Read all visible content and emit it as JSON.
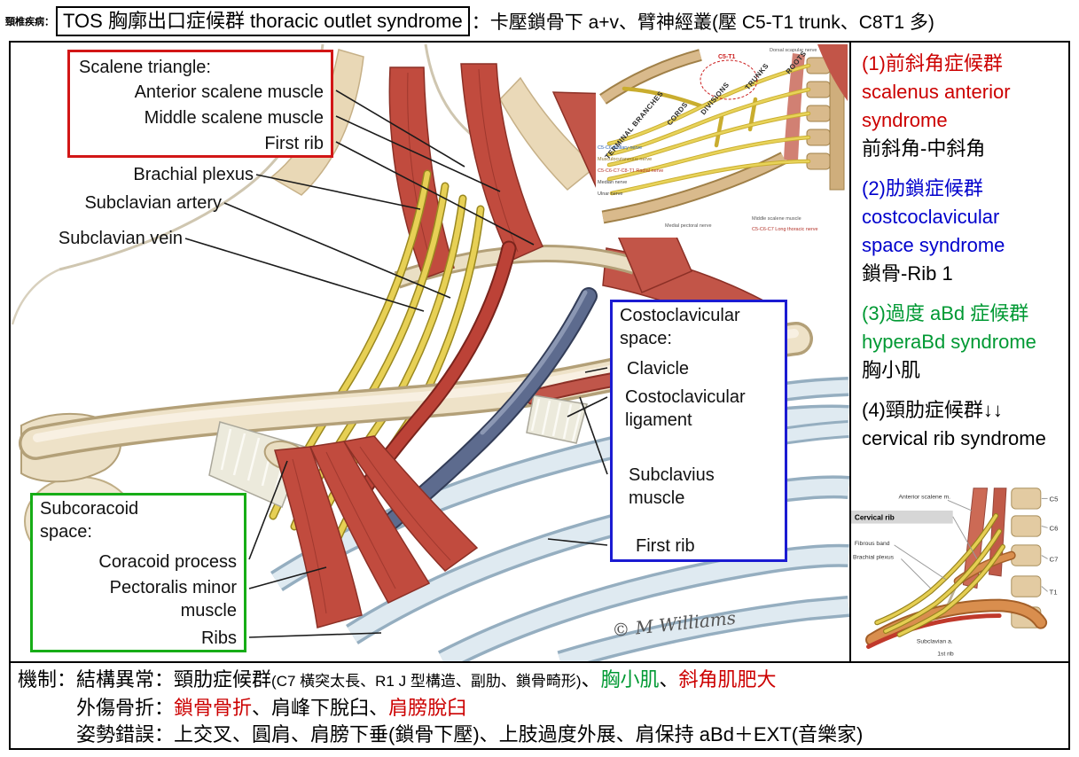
{
  "colors": {
    "red": "#cc0000",
    "blue": "#0000cc",
    "green": "#009933",
    "black": "#000000"
  },
  "header": {
    "prefix": "頸椎疾病：",
    "title": "TOS 胸廓出口症候群 thoracic outlet syndrome",
    "suffix": "：卡壓鎖骨下 a+v、臂神經叢(壓 C5-T1 trunk、C8T1 多)"
  },
  "illustration": {
    "scalene_box": {
      "title": "Scalene triangle:",
      "items": [
        "Anterior scalene muscle",
        "Middle scalene muscle",
        "First rib"
      ]
    },
    "floating_labels": {
      "brachial_plexus": "Brachial plexus",
      "subclavian_artery": "Subclavian artery",
      "subclavian_vein": "Subclavian vein"
    },
    "costoclavicular_box": {
      "title": "Costoclavicular space:",
      "items": [
        "Clavicle",
        "Costoclavicular ligament",
        "Subclavius muscle",
        "First rib"
      ]
    },
    "subcoracoid_box": {
      "title": "Subcoracoid space:",
      "items": [
        "Coracoid process",
        "Pectoralis minor muscle",
        "Ribs"
      ]
    },
    "signature": "© M Williams"
  },
  "plexus_inset": {
    "headers": [
      "TERMINAL BRANCHES",
      "CORDS",
      "DIVISIONS",
      "TRUNKS",
      "ROOTS"
    ],
    "root_label": "C5-T1",
    "top_right_label": "Dorsal scapular nerve",
    "left_labels": [
      "C5-C6 Axillary nerve",
      "Musculocutaneous nerve",
      "C5-C6-C7-C8-T1 Radial nerve",
      "Median nerve",
      "Ulnar nerve"
    ],
    "bottom_labels": [
      "Medial pectoral nerve",
      "Middle scalene muscle",
      "C5-C6-C7 Long thoracic nerve"
    ]
  },
  "sidebar": {
    "items": [
      {
        "heading": "(1)前斜角症候群 scalenus anterior syndrome",
        "detail": "前斜角-中斜角",
        "color": "#cc0000"
      },
      {
        "heading": "(2)肋鎖症候群 costcoclavicular space syndrome",
        "detail": "鎖骨-Rib 1",
        "color": "#0000cc"
      },
      {
        "heading": "(3)過度 aBd 症候群 hyperaBd syndrome",
        "detail": "胸小肌",
        "color": "#009933"
      },
      {
        "heading": "(4)頸肋症候群↓↓ cervical rib syndrome",
        "detail": "",
        "color": "#000000"
      }
    ]
  },
  "cervical_inset": {
    "vertebrae": [
      "C5",
      "C6",
      "C7",
      "T1"
    ],
    "labels": {
      "anterior_scalene": "Anterior scalene m.",
      "cervical_rib": "Cervical rib",
      "fibrous_band": "Fibrous band",
      "brachial_plexus": "Brachial plexus",
      "subclavian_artery": "Subclavian a.",
      "first_rib": "1st rib"
    }
  },
  "mechanism": {
    "label": "機制：",
    "lines": [
      {
        "head": "結構異常：",
        "segments": [
          {
            "t": "頸肋症候群",
            "c": "#000000"
          },
          {
            "t": "(C7 橫突太長、R1 J 型構造、副肋、鎖骨畸形)",
            "c": "#000000",
            "small": true
          },
          {
            "t": "、",
            "c": "#000000"
          },
          {
            "t": "胸小肌",
            "c": "#009933"
          },
          {
            "t": "、",
            "c": "#000000"
          },
          {
            "t": "斜角肌肥大",
            "c": "#cc0000"
          }
        ]
      },
      {
        "head": "外傷骨折：",
        "segments": [
          {
            "t": "鎖骨骨折",
            "c": "#cc0000"
          },
          {
            "t": "、",
            "c": "#000000"
          },
          {
            "t": "肩峰下脫臼",
            "c": "#000000"
          },
          {
            "t": "、",
            "c": "#000000"
          },
          {
            "t": "肩膀脫臼",
            "c": "#cc0000"
          }
        ]
      },
      {
        "head": "姿勢錯誤：",
        "segments": [
          {
            "t": "上交叉、圓肩、肩膀下垂(鎖骨下壓)、上肢過度外展、肩保持 aBd＋EXT(音樂家)",
            "c": "#000000"
          }
        ]
      }
    ]
  }
}
